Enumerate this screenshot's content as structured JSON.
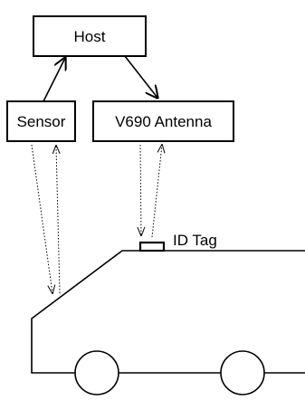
{
  "diagram": {
    "nodes": {
      "host": {
        "label": "Host"
      },
      "sensor": {
        "label": "Sensor"
      },
      "antenna": {
        "label": "V690 Antenna"
      },
      "id_tag": {
        "label": "ID Tag"
      }
    },
    "edges": [
      {
        "from": "host",
        "to": "antenna",
        "style": "solid"
      },
      {
        "from": "sensor",
        "to": "host",
        "style": "solid"
      },
      {
        "from": "sensor",
        "to": "vehicle",
        "style": "dotted",
        "bidirectional": true
      },
      {
        "from": "antenna",
        "to": "id_tag",
        "style": "dotted",
        "bidirectional": true
      }
    ]
  }
}
